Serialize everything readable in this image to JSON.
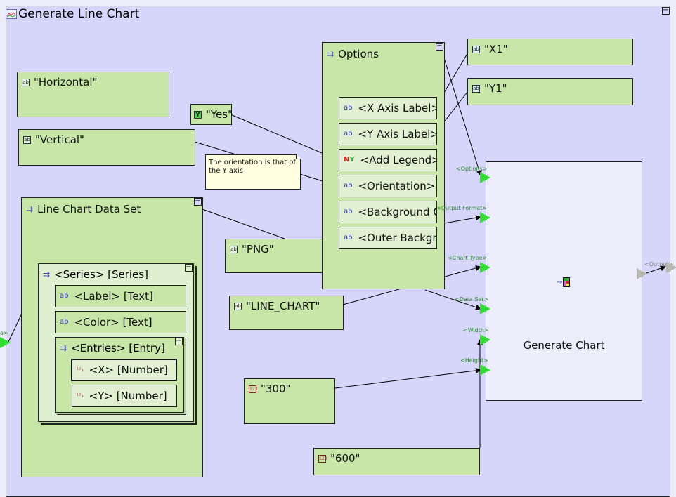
{
  "window": {
    "title": "Generate Line Chart",
    "title_icon": "line-chart-icon"
  },
  "constants": {
    "horizontal": "\"Horizontal\"",
    "vertical": "\"Vertical\"",
    "yes": "\"Yes\"",
    "x1": "\"X1\"",
    "y1": "\"Y1\"",
    "png": "\"PNG\"",
    "line_chart": "\"LINE_CHART\"",
    "width_value": "\"300\"",
    "height_value": "\"600\""
  },
  "note": {
    "text": "The orientation is that of the Y axis"
  },
  "options": {
    "title": "Options",
    "fields": [
      {
        "label": "<X Axis Label> [",
        "icon": "text-type-icon"
      },
      {
        "label": "<Y Axis Label> [",
        "icon": "text-type-icon"
      },
      {
        "label": "<Add Legend> [",
        "icon": "boolean-type-icon"
      },
      {
        "label": "<Orientation> [Te",
        "icon": "text-type-icon"
      },
      {
        "label": "<Background Co",
        "icon": "text-type-icon"
      },
      {
        "label": "<Outer Backgrou",
        "icon": "text-type-icon"
      }
    ]
  },
  "dataset": {
    "title": "Line Chart Data Set",
    "series": {
      "title": "<Series> [Series]",
      "label_field": "<Label> [Text]",
      "color_field": "<Color> [Text]",
      "entries": {
        "title": "<Entries> [Entry]",
        "x_field": "<X> [Number]",
        "y_field": "<Y> [Number]"
      }
    }
  },
  "generate_chart": {
    "label": "Generate Chart",
    "inputs": [
      "<Options>",
      "<Output Format>",
      "<Chart Type>",
      "<Data Set>",
      "<Width>",
      "<Height>"
    ],
    "output": "<Output>",
    "left_port_label": "a>"
  },
  "colors": {
    "canvas": "#d6d6fa",
    "node_fill": "#c8e6a8",
    "port_green": "#33dd33",
    "port_label": "#2a8a2a"
  }
}
